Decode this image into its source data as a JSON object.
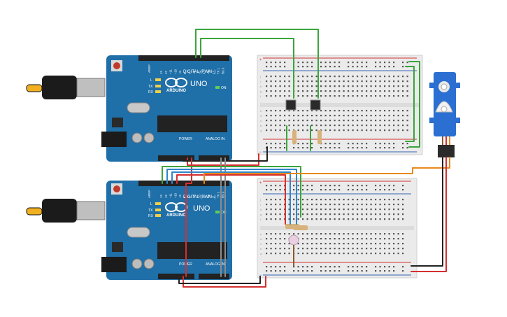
{
  "boards": [
    {
      "brand": "ARDUINO",
      "model": "UNO",
      "digital_header": "DIGITAL (PWM~)",
      "power_header": "POWER",
      "analog_header": "ANALOG IN",
      "tx": "TX",
      "rx": "RX",
      "l_led": "L",
      "on_led": "ON",
      "aref": "AREF",
      "pin_labels": [
        "13",
        "12",
        "~11",
        "~10",
        "~9",
        "8",
        "7",
        "~6",
        "~5",
        "4",
        "~3",
        "2",
        "TX 1",
        "RX 0"
      ]
    },
    {
      "brand": "ARDUINO",
      "model": "UNO",
      "digital_header": "DIGITAL (PWM~)",
      "power_header": "POWER",
      "analog_header": "ANALOG IN",
      "tx": "TX",
      "rx": "RX",
      "l_led": "L",
      "on_led": "ON",
      "aref": "AREF",
      "pin_labels": [
        "13",
        "12",
        "~11",
        "~10",
        "~9",
        "8",
        "7",
        "~6",
        "~5",
        "4",
        "~3",
        "2",
        "TX 1",
        "RX 0"
      ]
    }
  ],
  "breadboard_row_letters": [
    "a",
    "b",
    "c",
    "d",
    "e",
    "f",
    "g",
    "h",
    "i",
    "j"
  ],
  "rail_plus": "+",
  "rail_minus": "−",
  "colors": {
    "board_blue": "#1f6fa8",
    "breadboard": "#ebebeb",
    "wire_green": "#3aa53a",
    "wire_red": "#d43030",
    "wire_black": "#222222",
    "wire_blue": "#2f86c9",
    "wire_orange": "#e8891c",
    "wire_gray": "#8c8c8c",
    "wire_brown": "#8a5a2b",
    "servo_blue": "#2a6fd1"
  }
}
